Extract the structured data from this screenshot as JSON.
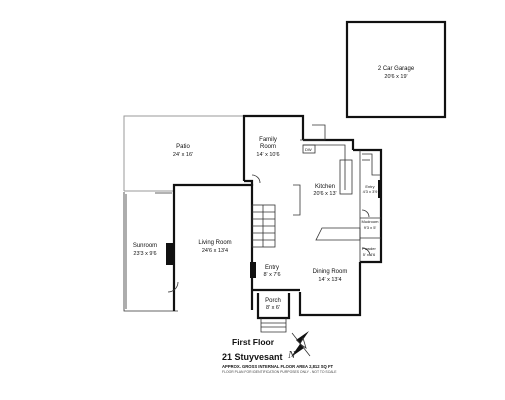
{
  "rooms": {
    "garage": {
      "name": "2 Car Garage",
      "dims": "20'6 x 19'"
    },
    "patio": {
      "name": "Patio",
      "dims": "24' x 16'"
    },
    "family": {
      "name_line1": "Family",
      "name_line2": "Room",
      "dims": "14' x 10'6"
    },
    "kitchen": {
      "name": "Kitchen",
      "dims": "20'6 x 13'"
    },
    "sunroom": {
      "name": "Sunroom",
      "dims": "23'3 x 9'6"
    },
    "living": {
      "name": "Living Room",
      "dims": "24'6 x 13'4"
    },
    "entry": {
      "name": "Entry",
      "dims": "8' x 7'6"
    },
    "dining": {
      "name": "Dining Room",
      "dims": "14' x 13'4"
    },
    "porch": {
      "name": "Porch",
      "dims": "8' x 6'"
    },
    "mudroom": {
      "name": "Mudroom",
      "dims": "9'3 x 5'"
    },
    "powder": {
      "name": "Powder",
      "dims": "5' x 4'6"
    },
    "entry_small": {
      "name": "Entry",
      "dims": "4'3 x 3'9"
    }
  },
  "labels": {
    "dw": "DW",
    "floor_title": "First Floor",
    "address": "21 Stuyvesant",
    "logo_text": "N",
    "area_note": "APPROX. GROSS INTERNAL FLOOR AREA 2,812 SQ FT",
    "disclaimer": "FLOOR PLAN FOR IDENTIFICATION PURPOSES ONLY - NOT TO SCALE"
  },
  "icons": {
    "compass": "compass-rose-icon",
    "logo": "script-logo-icon",
    "fireplace_sunroom": "fireplace-icon",
    "fireplace_entry": "fireplace-icon"
  },
  "colors": {
    "walls": "#111111",
    "outline": "#9a9a9a"
  }
}
